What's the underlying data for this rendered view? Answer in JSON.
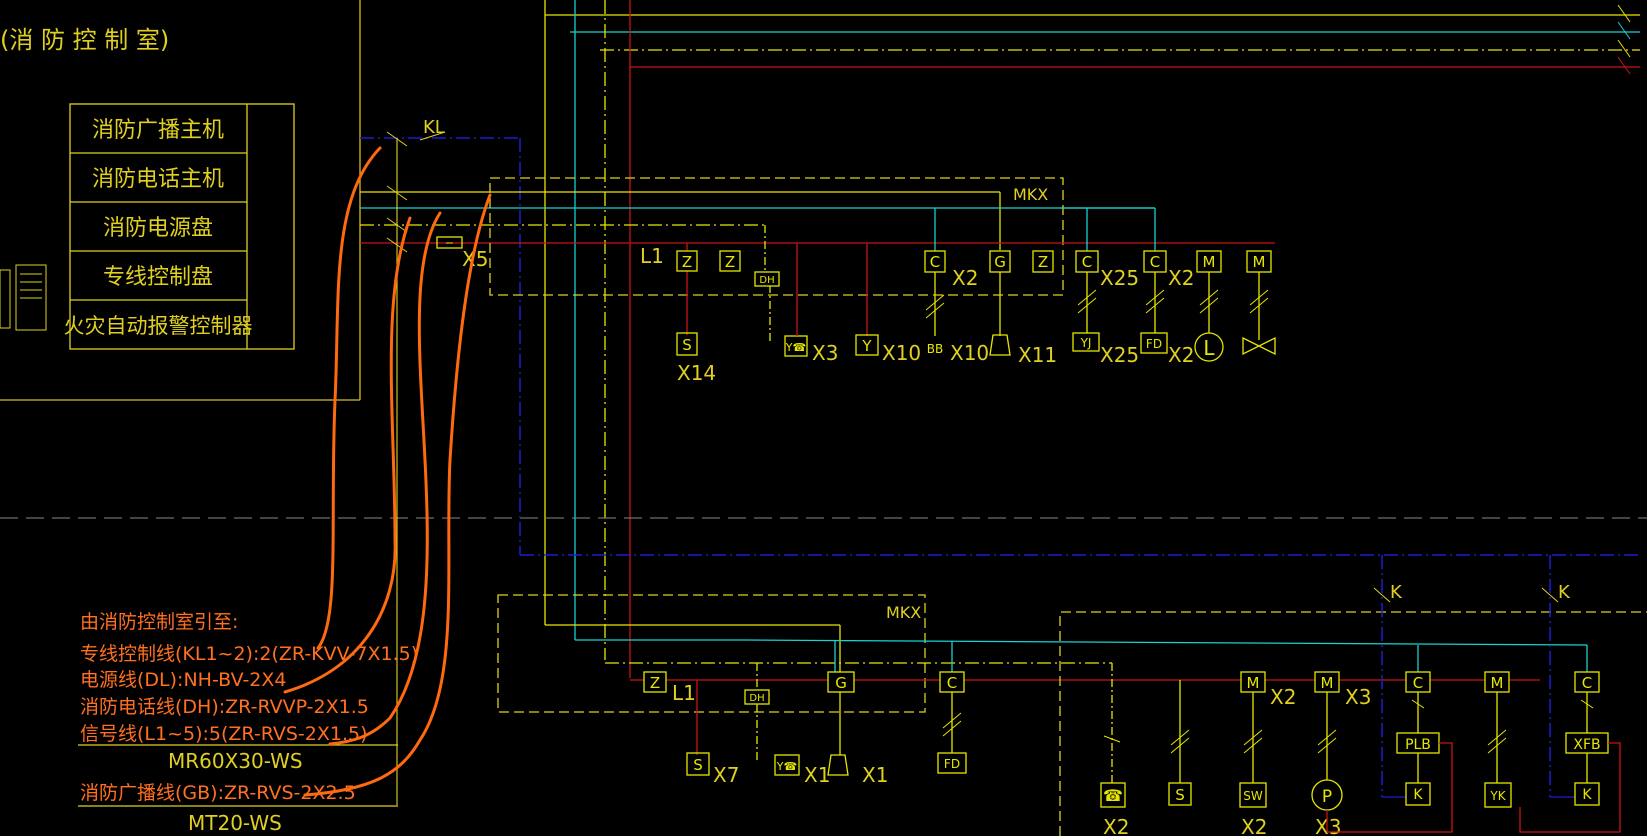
{
  "title_fragment": "(消 防 控 制 室)",
  "panel": {
    "rows": [
      "消防广播主机",
      "消防电话主机",
      "消防电源盘",
      "专线控制盘",
      "火灾自动报警控制器"
    ]
  },
  "labels": {
    "kl": "KL",
    "l1": "L1",
    "mkx": "MKX",
    "x5": "X5",
    "k": "K"
  },
  "upper_box": {
    "modules": [
      {
        "sym": "Z",
        "device": "S",
        "count": "X14"
      },
      {
        "sym": "Z",
        "device": "",
        "count": ""
      },
      {
        "sym": "DH",
        "device": "Y☎",
        "count": "X3"
      },
      {
        "sym": "",
        "device": "Y",
        "count": "X10"
      },
      {
        "sym": "C",
        "device": "BB",
        "count": "X10",
        "count2": "X2"
      },
      {
        "sym": "G",
        "device": "◁",
        "count": "X11"
      },
      {
        "sym": "Z",
        "device": "",
        "count": ""
      },
      {
        "sym": "C",
        "device": "YJ",
        "count": "X25",
        "count2": "X25"
      },
      {
        "sym": "C",
        "device": "FD",
        "count": "X2",
        "count2": "X2"
      },
      {
        "sym": "M",
        "device": "L",
        "count": ""
      },
      {
        "sym": "M",
        "device": "⋈",
        "count": ""
      }
    ]
  },
  "lower_box": {
    "modules": [
      {
        "sym": "Z",
        "device": "S",
        "count": "X7"
      },
      {
        "sym": "DH",
        "device": "Y☎",
        "count": "X1"
      },
      {
        "sym": "G",
        "device": "◁",
        "count": "X1"
      },
      {
        "sym": "C",
        "device": "FD",
        "count": ""
      }
    ]
  },
  "right_box": {
    "modules": [
      {
        "sym": "",
        "device": "☎",
        "count": "X2"
      },
      {
        "sym": "",
        "device": "S",
        "count": ""
      },
      {
        "sym": "M",
        "device": "SW",
        "count": "X2",
        "count2": "X2"
      },
      {
        "sym": "M",
        "device": "P",
        "count": "X3",
        "count2": "X3"
      },
      {
        "sym": "C",
        "device": "PLB",
        "count": "",
        "sub": "K"
      },
      {
        "sym": "M",
        "device": "YK",
        "count": ""
      },
      {
        "sym": "C",
        "device": "XFB",
        "count": "",
        "sub": "K"
      }
    ]
  },
  "legend": {
    "lines": [
      "由消防控制室引至:",
      "专线控制线(KL1~2):2(ZR-KVV-7X1.5)",
      "电源线(DL):NH-BV-2X4",
      "消防电话线(DH):ZR-RVVP-2X1.5",
      "信号线(L1~5):5(ZR-RVS-2X1.5)"
    ],
    "conduit1": "MR60X30-WS",
    "broadcast": "消防广播线(GB):ZR-RVS-2X2.5",
    "conduit2": "MT20-WS"
  },
  "colors": {
    "yellow": "#e6e600",
    "cyan": "#19d2d2",
    "red": "#c81414",
    "blue": "#1c1cd6",
    "orange": "#ff6a10",
    "text": "#e0d020",
    "frame": "#d8c020"
  }
}
